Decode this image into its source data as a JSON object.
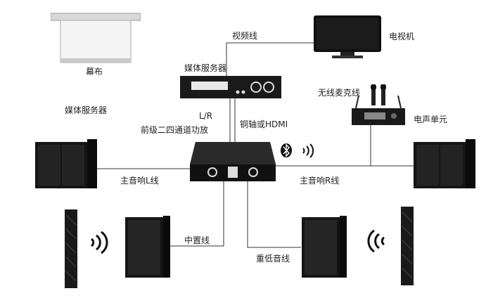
{
  "labels": {
    "screen": "幕布",
    "video_line": "视频线",
    "tv": "电视机",
    "media_server_top": "媒体服务器",
    "media_server_left": "媒体服务器",
    "lr": "L/R",
    "amp": "前级二四通道功放",
    "coax_hdmi": "铜轴或HDMI",
    "wireless_mic": "无线麦克线",
    "electro_unit": "电声单元",
    "main_left": "主音响L线",
    "main_right": "主音响R线",
    "center_line": "中置线",
    "subwoofer_line": "重低音线"
  },
  "icons": {
    "bluetooth": "bluetooth-icon",
    "wireless_waves": "wireless-waves-icon"
  }
}
